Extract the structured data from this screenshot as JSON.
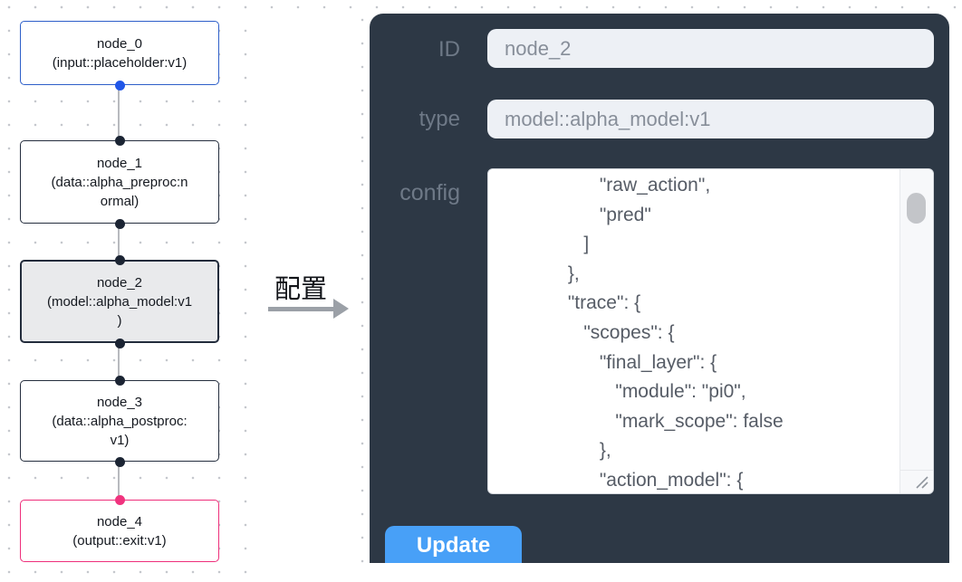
{
  "canvas": {
    "nodes": [
      {
        "id": "node_0",
        "text": "node_0\n(input::placeholder:v1)"
      },
      {
        "id": "node_1",
        "text": "node_1\n(data::alpha_preproc:n\normal)"
      },
      {
        "id": "node_2",
        "text": "node_2\n(model::alpha_model:v1\n)"
      },
      {
        "id": "node_3",
        "text": "node_3\n(data::alpha_postproc:\nv1)"
      },
      {
        "id": "node_4",
        "text": "node_4\n(output::exit:v1)"
      }
    ]
  },
  "transition": {
    "label": "配置"
  },
  "panel": {
    "id_label": "ID",
    "id_value": "node_2",
    "type_label": "type",
    "type_value": "model::alpha_model:v1",
    "config_label": "config",
    "config_text": "                   \"raw_action\",\n                   \"pred\"\n                ]\n             },\n             \"trace\": {\n                \"scopes\": {\n                   \"final_layer\": {\n                      \"module\": \"pi0\",\n                      \"mark_scope\": false\n                   },\n                   \"action_model\": {",
    "update_label": "Update"
  },
  "colors": {
    "panel_bg": "#2d3845",
    "accent_blue": "#48a0f7",
    "input_node_border": "#2e5fc9",
    "output_node_border": "#ee2f7b",
    "selected_node_bg": "#e9eaec",
    "port_dark": "#1b2433",
    "port_blue": "#2056e8",
    "port_pink": "#f0337e",
    "edge_gray": "#b8babf"
  }
}
